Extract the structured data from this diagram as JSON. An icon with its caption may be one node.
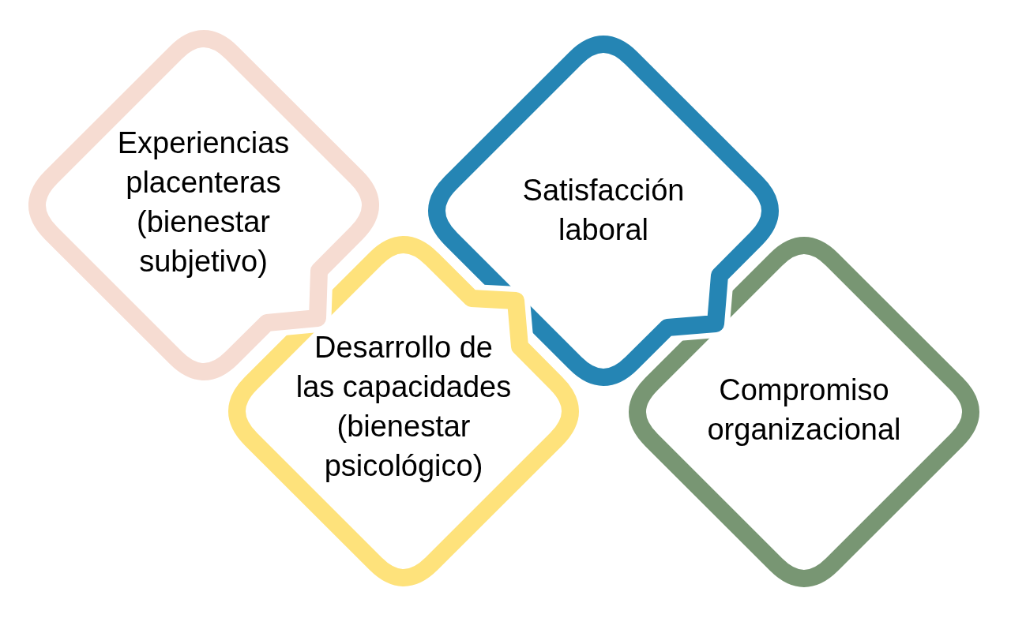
{
  "diagram": {
    "nodes": [
      {
        "text": [
          "Experiencias placenteras (bienestar subjetivo)"
        ]
      },
      {
        "text": [
          "Desarrollo de las capacidades (bienestar psicológico)"
        ]
      },
      {
        "text": [
          "Satisfacción laboral"
        ]
      },
      {
        "text": [
          "Compromiso organizacional"
        ]
      }
    ]
  }
}
